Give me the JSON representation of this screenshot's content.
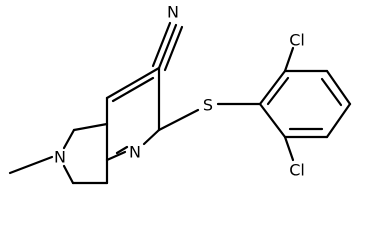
{
  "molecule": {
    "atoms": {
      "cyano_n": "N",
      "ring_n": "N",
      "sulfur": "S",
      "chlorine_top": "Cl",
      "chlorine_bottom": "Cl",
      "amine_n": "N"
    }
  },
  "colors": {
    "bond": "#000000",
    "background": "#ffffff"
  }
}
